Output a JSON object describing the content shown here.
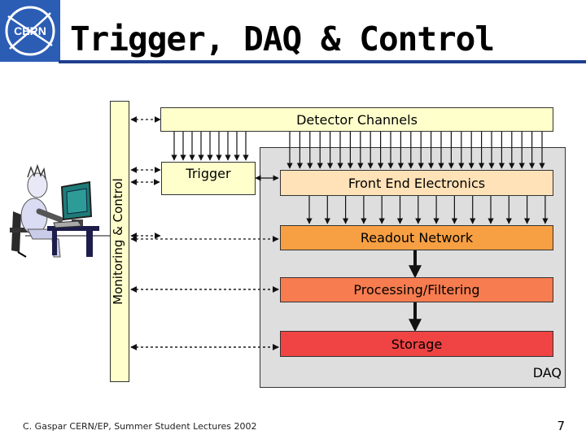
{
  "slide": {
    "title": "Trigger, DAQ & Control",
    "logo_text": "CERN",
    "footer": "C. Gaspar CERN/EP, Summer Student Lectures 2002",
    "page_number": "7"
  },
  "diagram": {
    "detector_channels": "Detector Channels",
    "trigger": "Trigger",
    "front_end": "Front End Electronics",
    "readout": "Readout Network",
    "processing": "Processing/Filtering",
    "storage": "Storage",
    "daq": "DAQ",
    "monitoring": "Monitoring & Control"
  },
  "colors": {
    "title_rule": "#1f3f8f",
    "logo_bg": "#2b5db5",
    "light_box": "#ffffcc",
    "front_end_fill": "#ffe2b8",
    "readout_fill": "#f7a043",
    "processing_fill": "#f77c4f",
    "storage_fill": "#f04444",
    "daq_panel_fill": "#dedede",
    "monitor_screen": "#1e7c78"
  },
  "icons": [
    "cern-logo-icon",
    "operator-at-computer-icon"
  ]
}
